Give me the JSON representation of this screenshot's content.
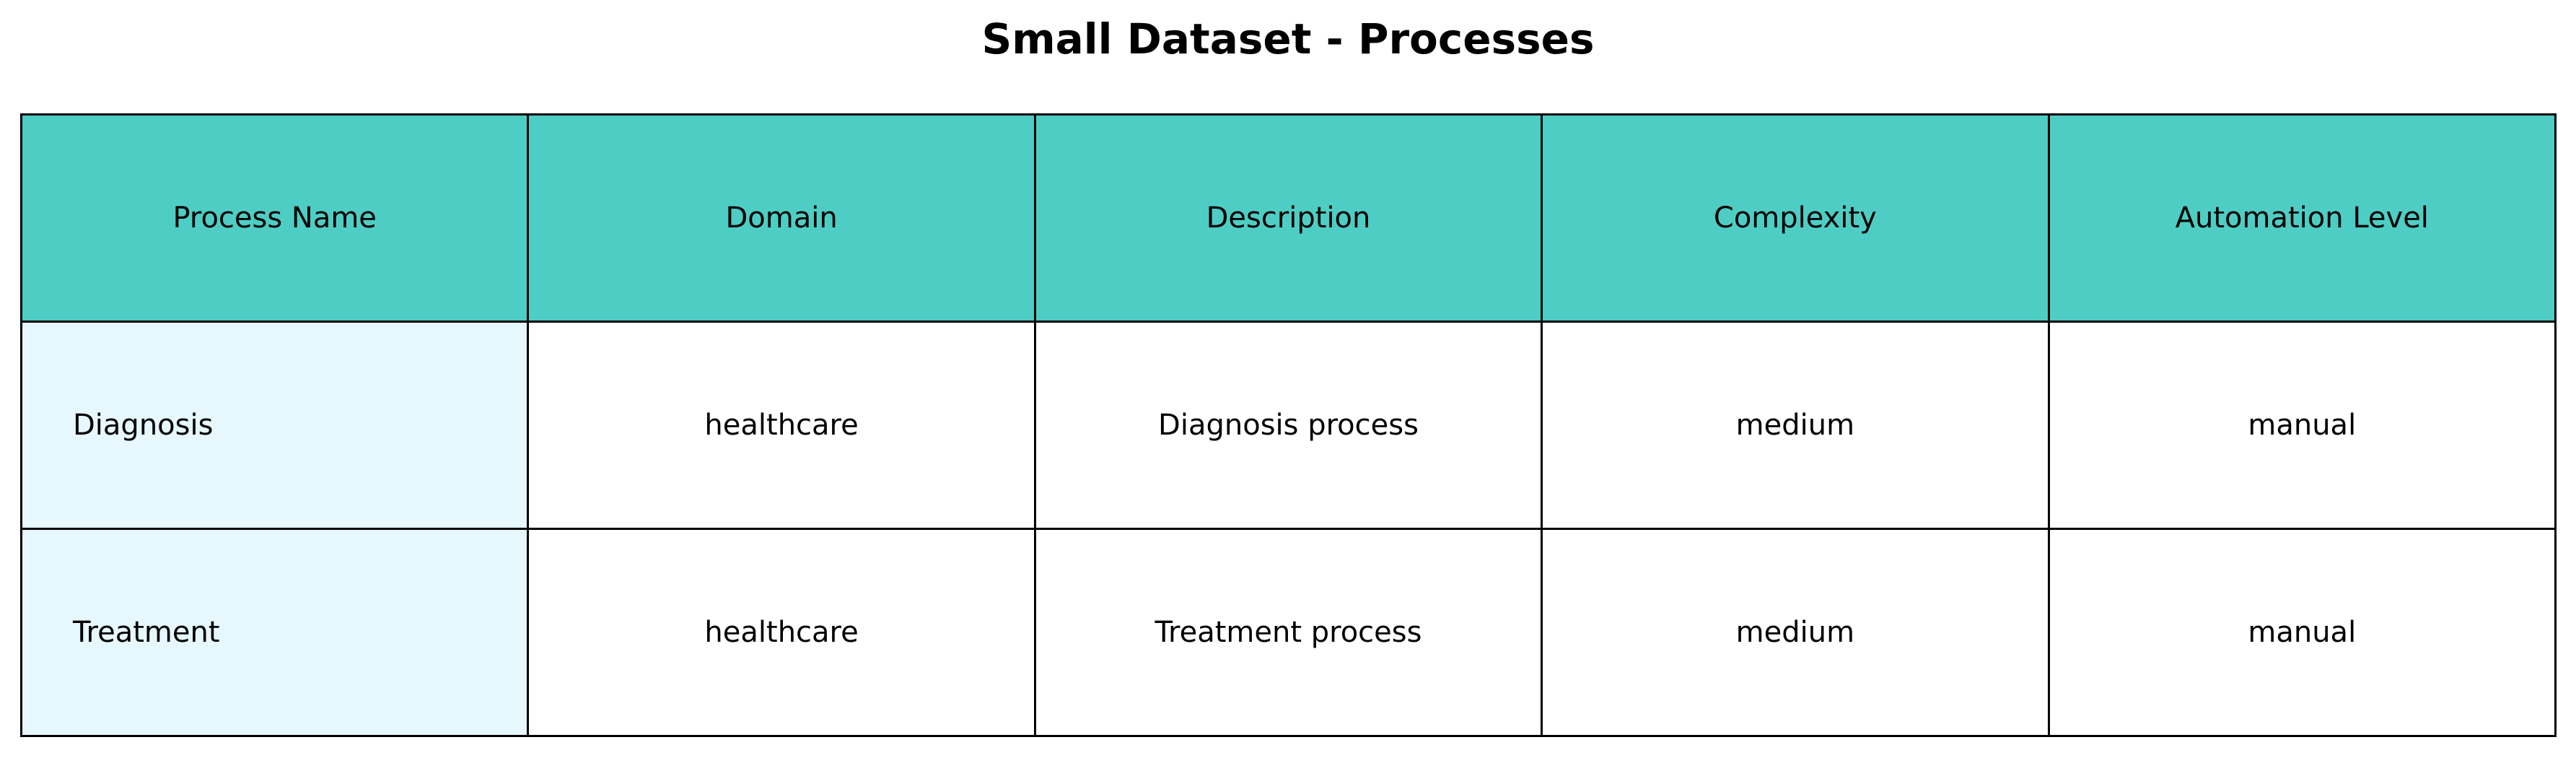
{
  "chart_data": {
    "type": "table",
    "title": "Small Dataset - Processes",
    "columns": [
      "Process Name",
      "Domain",
      "Description",
      "Complexity",
      "Automation Level"
    ],
    "rows": [
      [
        "Diagnosis",
        "healthcare",
        "Diagnosis process",
        "medium",
        "manual"
      ],
      [
        "Treatment",
        "healthcare",
        "Treatment process",
        "medium",
        "manual"
      ]
    ]
  },
  "colors": {
    "header_bg": "#4ecdc4",
    "first_column_bg": "#e6f7fd",
    "cell_bg": "#ffffff",
    "grid": "#000000"
  }
}
